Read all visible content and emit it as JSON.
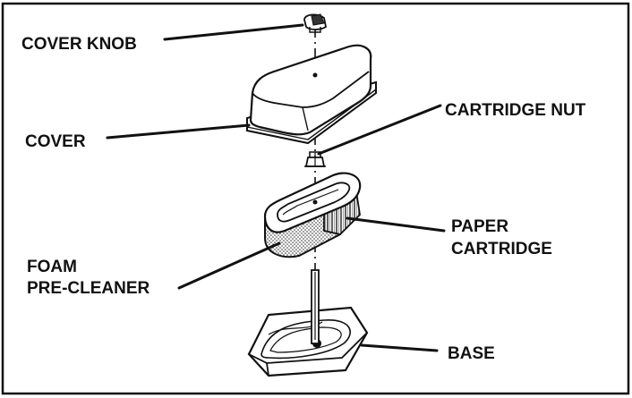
{
  "labels": {
    "cover_knob": "COVER KNOB",
    "cover": "COVER",
    "cartridge_nut": "CARTRIDGE NUT",
    "paper_cartridge_line1": "PAPER",
    "paper_cartridge_line2": "CARTRIDGE",
    "foam_line1": "FOAM",
    "foam_line2": "PRE-CLEANER",
    "base": "BASE"
  },
  "colors": {
    "ink": "#111111",
    "paper": "#ffffff"
  }
}
